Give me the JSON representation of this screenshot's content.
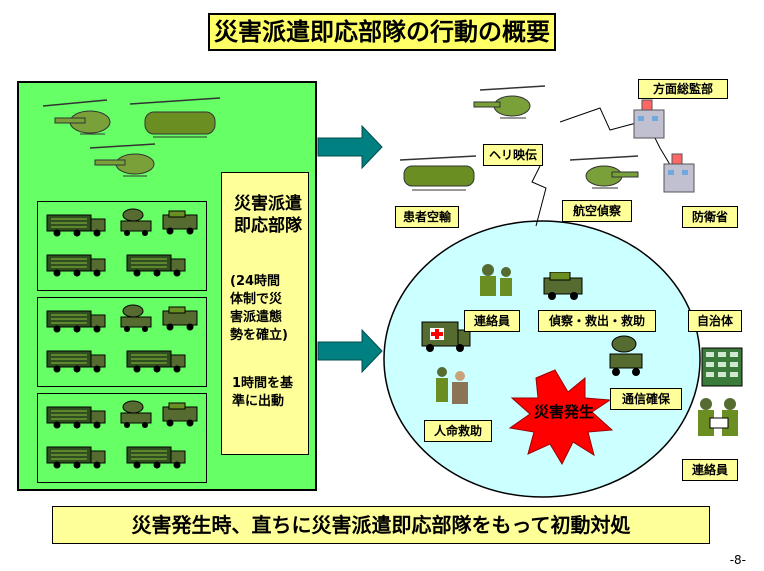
{
  "title": "災害派遣即応部隊の行動の概要",
  "unit_panel": {
    "unit_lines": [
      "災害派遣",
      "即応部隊"
    ],
    "posture_lines": [
      "(24時間",
      "体制で災",
      "害派遣態",
      "勢を確立)"
    ],
    "dispatch_lines": [
      "1時間を基",
      "準に出動"
    ]
  },
  "labels": {
    "heli_video": "ヘリ映伝",
    "hq": "方面総監部",
    "mod": "防衛省",
    "patient_airlift": "患者空輸",
    "aerial_recon": "航空偵察",
    "liaison": "連絡員",
    "search_rescue": "偵察・救出・救助",
    "local_gov": "自治体",
    "comms": "通信確保",
    "lifesaving": "人命救助",
    "disaster": "災害発生",
    "liaison_right": "連絡員"
  },
  "footer": "災害発生時、直ちに災害派遣即応部隊をもって初動対処",
  "page_number": "-8-",
  "colors": {
    "green_panel": "#66ff66",
    "yellow": "#ffff99",
    "title_yellow": "#ffff66",
    "circle": "#ccffff",
    "burst": "#ff0000",
    "arrow": "#008080"
  },
  "icons": [
    "helicopter-icon",
    "truck-icon",
    "radar-icon",
    "jeep-icon",
    "building-icon",
    "soldier-icon",
    "ambulance-icon"
  ]
}
